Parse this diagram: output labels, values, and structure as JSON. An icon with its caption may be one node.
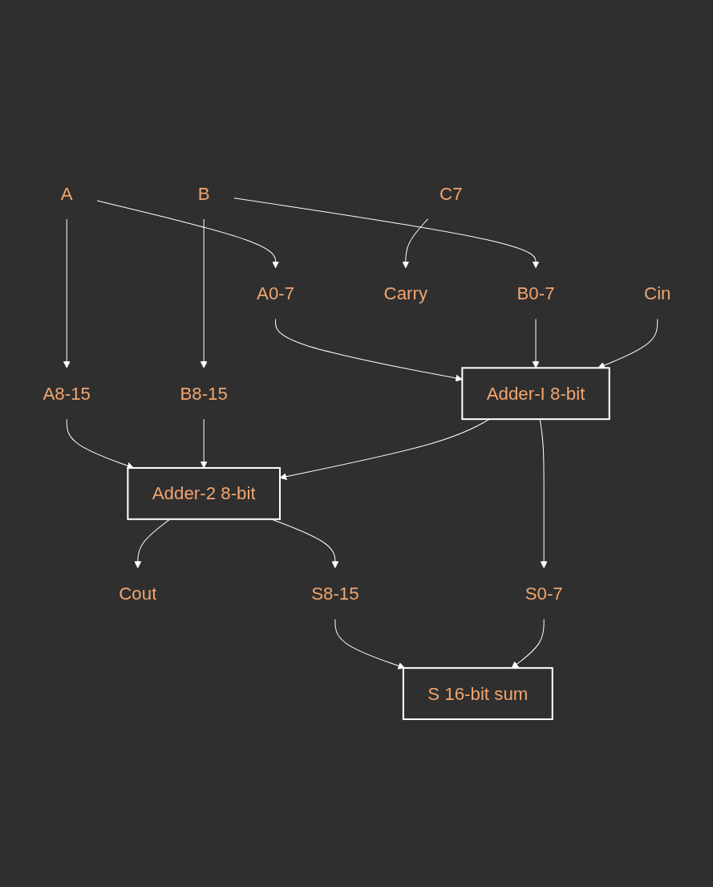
{
  "diagram": {
    "nodes": [
      {
        "text": [
          "A"
        ]
      },
      {
        "text": [
          "B"
        ]
      },
      {
        "text": [
          "A8-15"
        ]
      },
      {
        "text": [
          "B8-15"
        ]
      },
      {
        "text": [
          "A0-7"
        ]
      },
      {
        "text": [
          "B0-7"
        ]
      },
      {
        "text": [
          "Adder-2 8-bit"
        ]
      },
      {
        "text": [
          "Adder-I 8-bit"
        ]
      },
      {
        "text": [
          "Cout"
        ]
      },
      {
        "text": [
          "Cin"
        ]
      },
      {
        "text": [
          "C7"
        ]
      },
      {
        "text": [
          "Carry"
        ]
      },
      {
        "text": [
          "S8-15"
        ]
      },
      {
        "text": [
          "S0-7"
        ]
      },
      {
        "text": [
          "S 16-bit sum"
        ]
      }
    ],
    "edges": [
      {
        "from": 0,
        "to": 2,
        "arrow": "to"
      },
      {
        "from": 0,
        "to": 4,
        "arrow": "to"
      },
      {
        "from": 1,
        "to": 3,
        "arrow": "to"
      },
      {
        "from": 1,
        "to": 5,
        "arrow": "to"
      },
      {
        "from": 2,
        "to": 6,
        "arrow": "to"
      },
      {
        "from": 3,
        "to": 6,
        "arrow": "to"
      },
      {
        "from": 4,
        "to": 7,
        "arrow": "to"
      },
      {
        "from": 5,
        "to": 7,
        "arrow": "to"
      },
      {
        "from": 7,
        "to": 6,
        "arrow": "to"
      },
      {
        "from": 9,
        "to": 7,
        "arrow": "to"
      },
      {
        "from": 6,
        "to": 8,
        "arrow": "to"
      },
      {
        "from": 10,
        "to": 11,
        "arrow": "to"
      },
      {
        "from": 6,
        "to": 12,
        "arrow": "to"
      },
      {
        "from": 7,
        "to": 13,
        "arrow": "to"
      },
      {
        "from": 12,
        "to": 14,
        "arrow": "to"
      },
      {
        "from": 13,
        "to": 14,
        "arrow": "to"
      }
    ]
  }
}
